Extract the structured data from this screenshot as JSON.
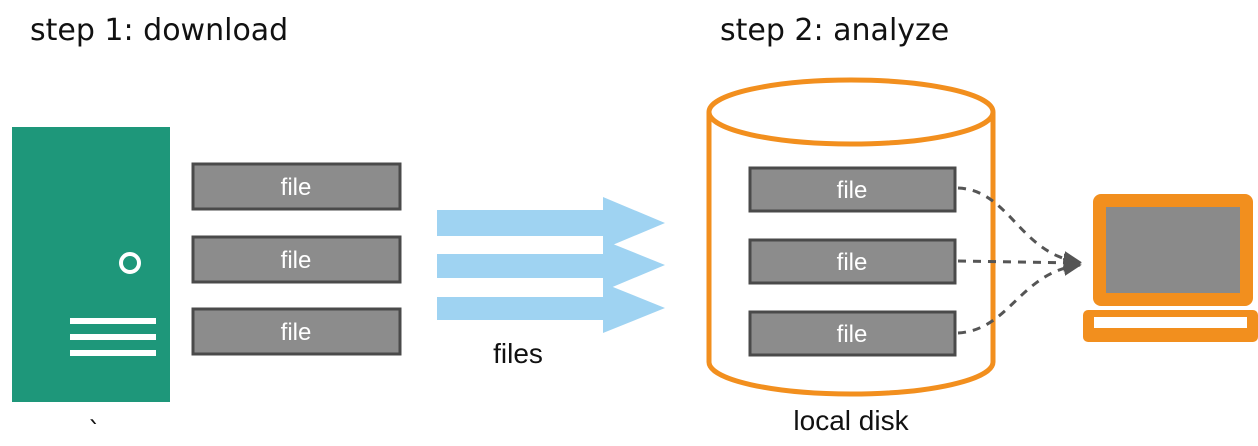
{
  "headings": {
    "step1": "step 1: download",
    "step2": "step 2: analyze"
  },
  "remote_files": [
    "file",
    "file",
    "file"
  ],
  "transfer_label": "files",
  "local_files": [
    "file",
    "file",
    "file"
  ],
  "disk_label": "local disk",
  "server_tick": "`",
  "colors": {
    "server": "#1e977a",
    "file_fill": "#8c8c8c",
    "file_border": "#4a4a4a",
    "arrow": "#9fd3f2",
    "disk": "#f28f1e",
    "laptop": "#f28f1e",
    "laptop_screen": "#8a8a8a",
    "dashed": "#555555"
  },
  "icons": {
    "server": "server-icon",
    "disk": "database-cylinder-icon",
    "laptop": "laptop-icon"
  }
}
